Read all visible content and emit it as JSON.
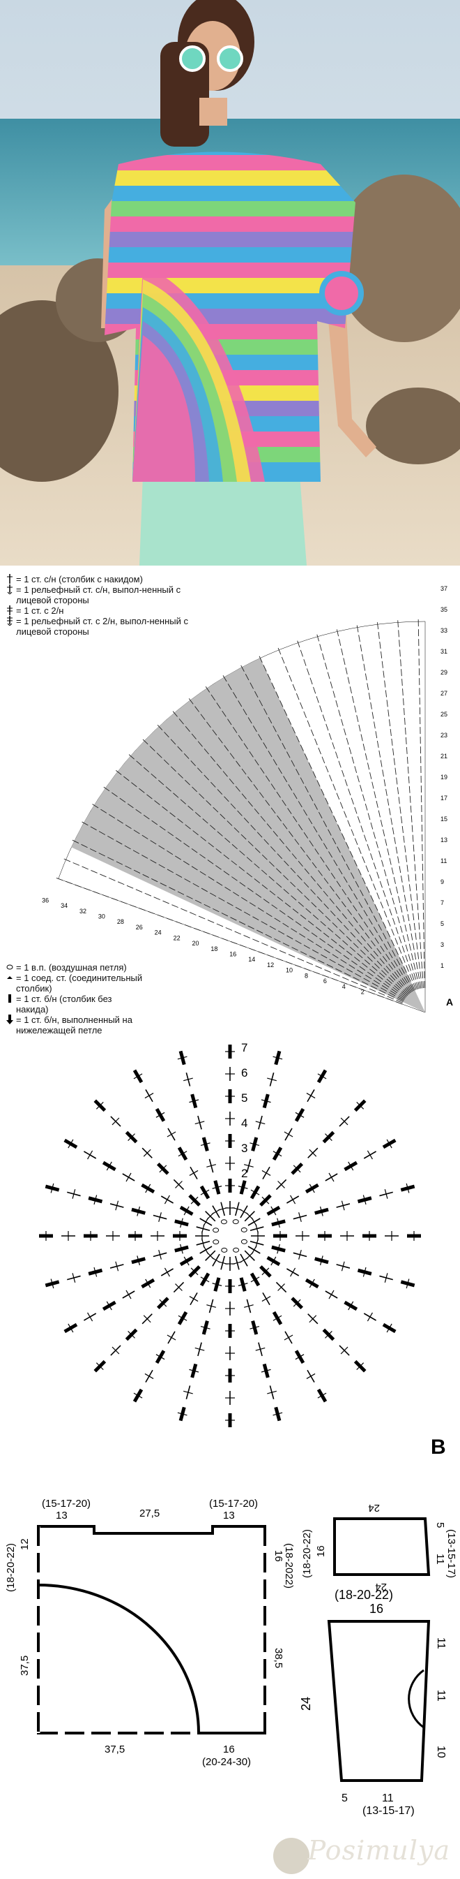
{
  "legend_a": [
    "= 1 ст. с/н (столбик с накидом)",
    "= 1 рельефный ст. с/н, выпол-ненный с лицевой стороны",
    "= 1 ст. с 2/н",
    "= 1 рельефный ст. с 2/н, выпол-ненный с лицевой стороны"
  ],
  "legend_b": [
    "= 1 в.п. (воздушная петля)",
    "= 1 соед. ст. (соединительный столбик)",
    "= 1 ст. б/н (столбик без накида)",
    "= 1 ст. б/н, выполненный на нижележащей петле"
  ],
  "chart_a_letter": "A",
  "chart_a_rows_right": [
    "37",
    "35",
    "33",
    "31",
    "29",
    "27",
    "25",
    "23",
    "21",
    "19",
    "17",
    "15",
    "13",
    "11",
    "9",
    "7",
    "5",
    "3",
    "1"
  ],
  "chart_a_rows_left": [
    "36",
    "34",
    "32",
    "30",
    "28",
    "26",
    "24",
    "22",
    "20",
    "18",
    "16",
    "14",
    "12",
    "10",
    "8",
    "6",
    "4",
    "2"
  ],
  "chart_b_letter": "B",
  "chart_b_rounds": [
    "7",
    "6",
    "5",
    "4",
    "3",
    "2"
  ],
  "schematic_front": {
    "top_left": "(15-17-20)",
    "top_left_n": "13",
    "top_mid": "27,5",
    "top_right": "(15-17-20)",
    "top_right_n": "13",
    "left_top_a": "(18-20-22)",
    "left_top_b": "12",
    "left_main": "37,5",
    "right_top_a": "16",
    "right_top_b": "(18-2022)",
    "right_main": "38,5",
    "bottom_left": "37,5",
    "bottom_right": "16",
    "bottom_right_b": "(20-24-30)"
  },
  "schematic_sleeve": {
    "top": "24",
    "left_a": "(18-20-22)",
    "left_b": "16",
    "bottom": "24",
    "right_a": "5",
    "right_b": "11",
    "right_c": "(13-15-17)"
  },
  "schematic_insert": {
    "top_a": "(18-20-22)",
    "top_b": "16",
    "left": "24",
    "right_a": "11",
    "right_b": "11",
    "right_c": "10",
    "bottom_a": "5",
    "bottom_b": "11",
    "bottom_c": "(13-15-17)"
  },
  "brand": "Posimulya",
  "colors": {
    "shaded": "#bdbdbd",
    "stripe_pink": "#f06aa8",
    "stripe_blue": "#45aee0",
    "stripe_yellow": "#f3e34a",
    "stripe_green": "#7dd67a",
    "stripe_violet": "#8f7fd0"
  }
}
